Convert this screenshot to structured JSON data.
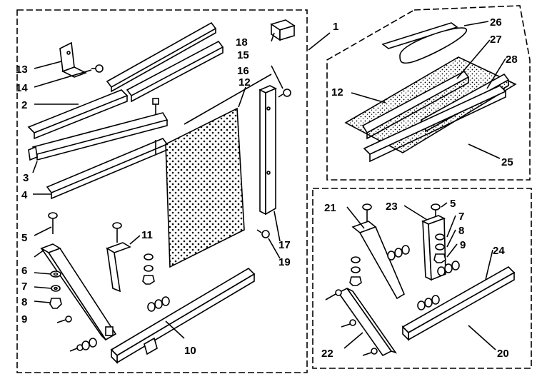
{
  "callouts": {
    "n1": "1",
    "n2": "2",
    "n3": "3",
    "n4": "4",
    "n5a": "5",
    "n5b": "5",
    "n6": "6",
    "n7a": "7",
    "n7b": "7",
    "n8a": "8",
    "n8b": "8",
    "n9a": "9",
    "n9b": "9",
    "n10": "10",
    "n11": "11",
    "n12a": "12",
    "n12b": "12",
    "n13": "13",
    "n14": "14",
    "n15": "15",
    "n16": "16",
    "n17": "17",
    "n18": "18",
    "n19": "19",
    "n20": "20",
    "n21": "21",
    "n22": "22",
    "n23": "23",
    "n24": "24",
    "n25": "25",
    "n26": "26",
    "n27": "27",
    "n28": "28"
  },
  "panel_fill": "#e6e6e6",
  "line_color": "#000000"
}
